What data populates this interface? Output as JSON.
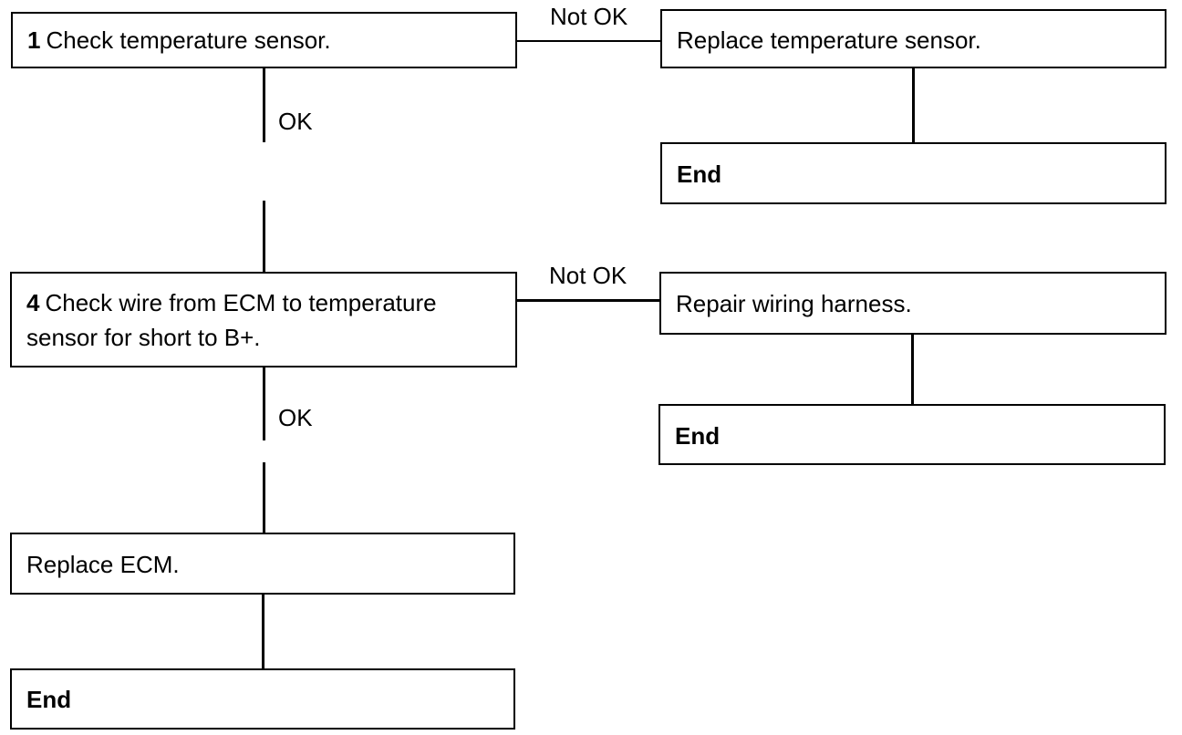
{
  "step1": {
    "number": "1",
    "text": "Check temperature sensor."
  },
  "step1_fail": {
    "text": "Replace temperature sensor."
  },
  "step1_fail_end": {
    "text": "End"
  },
  "step1_not_ok_label": "Not OK",
  "step1_ok_label": "OK",
  "step4": {
    "number": "4",
    "text_line1": "Check wire from ECM to temperature",
    "text_line2": "sensor for short to B+."
  },
  "step4_fail": {
    "text": "Repair wiring harness."
  },
  "step4_fail_end": {
    "text": "End"
  },
  "step4_not_ok_label": "Not OK",
  "step4_ok_label": "OK",
  "final": {
    "text": "Replace ECM."
  },
  "final_end": {
    "text": "End"
  }
}
